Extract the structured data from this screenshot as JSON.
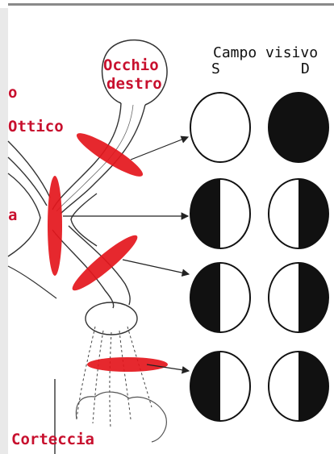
{
  "labels": {
    "right_eye_line1": "Occhio",
    "right_eye_line2": "destro",
    "optic_fragment": "o",
    "optic": "Ottico",
    "chiasm_fragment": "a",
    "cortex": "Corteccia"
  },
  "header": {
    "title": "Campo visivo",
    "left": "S",
    "right": "D"
  },
  "colors": {
    "label_red": "#c8102e",
    "lesion_red": "#e4161c",
    "ink": "#111111"
  },
  "rows": [
    {
      "left": "clear",
      "right": "filled"
    },
    {
      "left": "left-half-dark",
      "right": "right-half-dark"
    },
    {
      "left": "left-half-dark",
      "right": "right-half-dark"
    },
    {
      "left": "left-half-dark",
      "right": "right-half-dark"
    }
  ]
}
